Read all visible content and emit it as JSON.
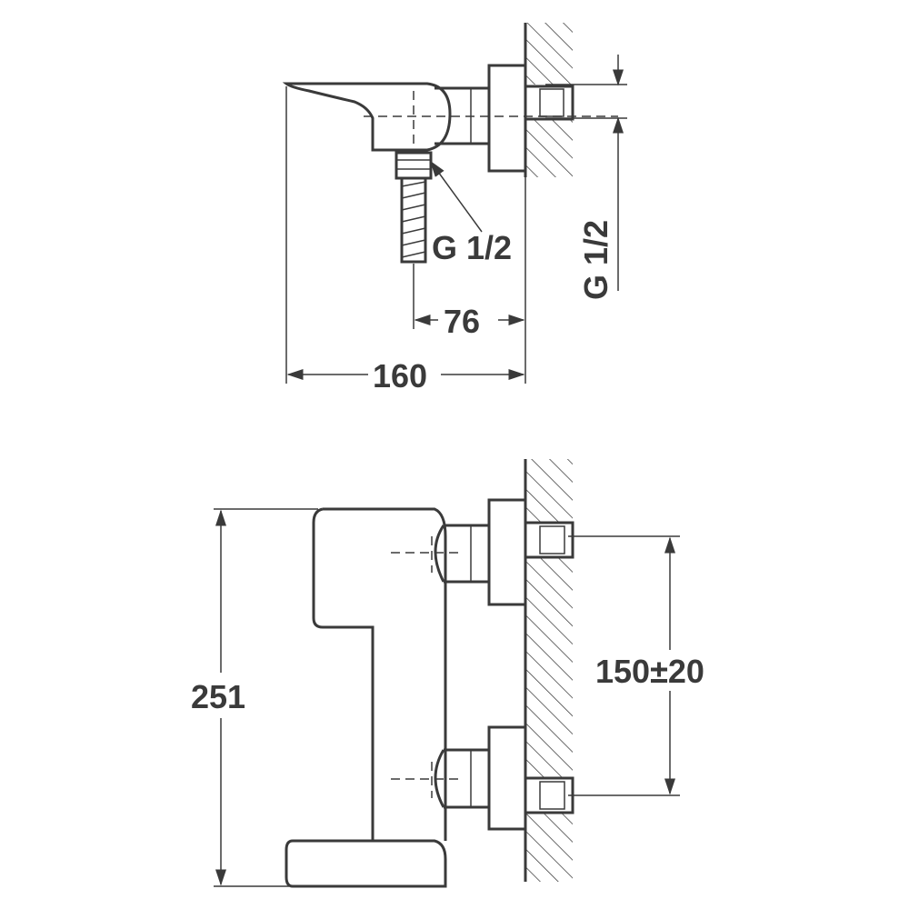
{
  "side_view": {
    "outlet_thread_label": "G 1/2",
    "inlet_thread_label": "G 1/2",
    "dim_outlet_to_wall": "76",
    "dim_total_depth": "160"
  },
  "front_view": {
    "dim_height": "251",
    "dim_inlet_spacing": "150±20"
  }
}
